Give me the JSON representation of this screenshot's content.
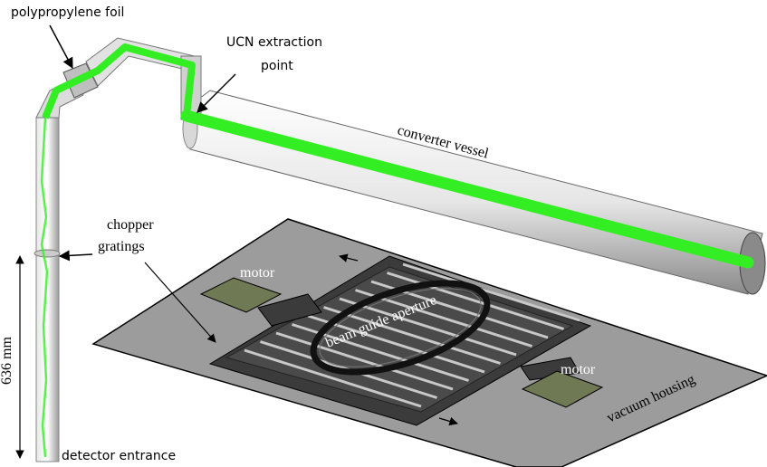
{
  "labels": {
    "polypropylene_foil": "polypropylene foil",
    "ucn_extraction_line1": "UCN extraction",
    "ucn_extraction_line2": "point",
    "converter_vessel": "converter vessel",
    "chopper_line1": "chopper",
    "chopper_line2": "gratings",
    "dimension": "636 mm",
    "detector_entrance": "detector entrance",
    "beam_guide_aperture": "beam guide aperture",
    "motor_left": "motor",
    "motor_right": "motor",
    "vacuum_housing": "vacuum housing"
  },
  "colors": {
    "neutron_track": "#33ee22",
    "cylinder_light": "#f4f4f4",
    "cylinder_dark": "#9a9a9a",
    "housing_plate": "#9c9c9c",
    "chopper_dark": "#3b3b3b",
    "motor_green": "#6f7a55"
  }
}
